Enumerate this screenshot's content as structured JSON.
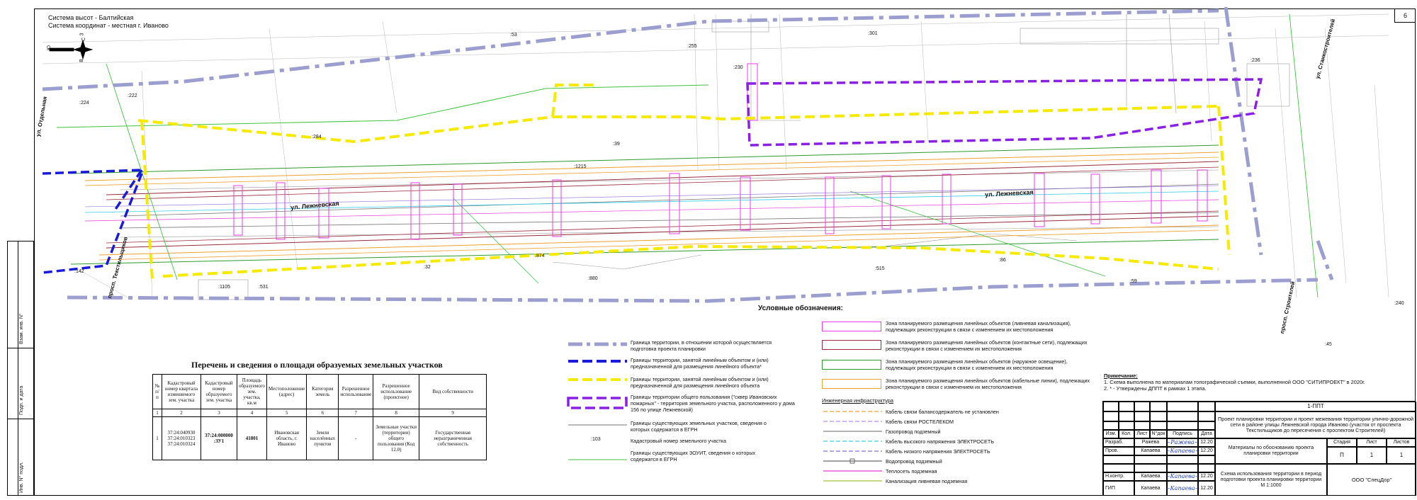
{
  "header": {
    "height_system": "Система высот - Балтийская",
    "coord_system": "Система координат - местная г. Иваново",
    "sheet_number": "6"
  },
  "compass": {
    "north": "С",
    "south": "Ю",
    "east": "В",
    "west": "З"
  },
  "map_labels": {
    "street_lezhnevskaya": "ул. Лежневская",
    "street_lezhnevskaya2": "ул. Лежневская",
    "street_otdelnaya": "ул. Отдельная",
    "street_textilshchikov": "просп. Текстильщиков",
    "street_stanko": "ул. Станкостроителей",
    "street_stroiteley": "просп. Строителей",
    "plot_224": ":224",
    "plot_222": ":222",
    "plot_284": ":284",
    "plot_39": ":39",
    "plot_53": ":53",
    "plot_255": ":255",
    "plot_301": ":301",
    "plot_230": ":230",
    "plot_1215": ":1215",
    "plot_142": ":142",
    "plot_1105": ":1105",
    "plot_531": ":531",
    "plot_32": ":32",
    "plot_880": ":880",
    "plot_874": ":874",
    "plot_515": ":515",
    "plot_86": ":86",
    "plot_59": ":59",
    "plot_45": ":45",
    "plot_236": ":236",
    "plot_240": ":240"
  },
  "plots_table": {
    "title": "Перечень и сведения о площади образуемых земельных участков",
    "headers": [
      "№ п/п",
      "Кадастровый номер квартала изменяемого зем. участка",
      "Кадастровый номер образуемого зем. участка",
      "Площадь образуемого зем. участка, кв.м",
      "Местоположение (адрес)",
      "Категория земель",
      "Разрешенное использование",
      "Разрешенное использование (проектное)",
      "Вид собственности"
    ],
    "col_numbers": [
      "1",
      "2",
      "3",
      "4",
      "5",
      "6",
      "7",
      "8",
      "9"
    ],
    "rows": [
      {
        "n": "1",
        "quarter": "37:24:040930\n37:24:010323\n37:24:010324",
        "cadastral": "37:24:000000\n:ЗУ1",
        "area": "41801",
        "address": "Ивановская область, г. Иваново",
        "category": "Земли населённых пунктов",
        "permitted": "-",
        "permitted_project": "Земельные участки (территории) общего пользования (Код 12.0)",
        "ownership": "Государственная неразграниченная собственность"
      }
    ]
  },
  "legend": {
    "title": "Условные обозначения:",
    "left": [
      {
        "text": "Граница территории, в отношении которой осуществляется подготовка проекта планировки",
        "color": "#9c9ecf"
      },
      {
        "text": "Границы территории, занятой линейным объектом и (или) предназначенной для размещения линейного объекта*",
        "color": "#1a1adb"
      },
      {
        "text": "Границы территории, занятой линейным объектом и (или) предназначенной для размещения линейного объекта",
        "color": "#f5ea00"
      },
      {
        "text": "Границы территории общего пользования (\"сквер Ивановских пожарных\" - территория земельного участка, расположенного у дома 156 по улице Лежневской)",
        "color": "#8a1fe6"
      },
      {
        "text": "Границы существующих земельных участков, сведения о которых содержатся в ЕГРН",
        "color": "#444444"
      },
      {
        "text": "Кадастровый номер земельного участка",
        "sample": ":103"
      },
      {
        "text": "Границы существующих ЗОУИТ, сведения о которых содержатся в ЕГРН",
        "color": "#3ec43e"
      }
    ],
    "zones": [
      {
        "text": "Зона планируемого размещения линейных объектов (ливневая канализация), подлежащих реконструкции в связи с изменением их местоположения",
        "color": "#ea3bea"
      },
      {
        "text": "Зона планируемого размещения линейных объектов (контактные сети), подлежащих реконструкции в связи с изменением их местоположения",
        "color": "#9b2b3c"
      },
      {
        "text": "Зона планируемого размещения линейных объектов (наружное освещение), подлежащих реконструкции в связи с изменением их местоположения",
        "color": "#2e9a2e"
      },
      {
        "text": "Зона планируемого размещения линейных объектов (кабельные линии), подлежащих реконструкции в связи с изменением их местоположения",
        "color": "#f0a030"
      }
    ],
    "infra_title": "Инженерная инфраструктура",
    "infra": [
      {
        "text": "Кабель связи балансодержатель не установлен",
        "color": "#f0a030"
      },
      {
        "text": "Кабель связи РОСТЕЛЕКОМ",
        "color": "#b58cf0"
      },
      {
        "text": "Газопровод подземный",
        "color": "#666666"
      },
      {
        "text": "Кабель высокого напряжения ЭЛЕКТРОСЕТЬ",
        "color": "#3ad0e8"
      },
      {
        "text": "Кабель низкого напряжения ЭЛЕКТРОСЕТЬ",
        "color": "#8a6bd8"
      },
      {
        "text": "Водопровод подземный",
        "color": "#444444"
      },
      {
        "text": "Теплосеть подземная",
        "color": "#e83ad8"
      },
      {
        "text": "Канализация ливневая подземная",
        "color": "#a0c040"
      }
    ]
  },
  "notes": {
    "title": "Примечание:",
    "items": [
      "1.  Схема выполнена по материалам топографической съемки, выполненной ООО \"СИТИПРОЕКТ\" в 2020г.",
      "2. * - Утверждены ДППТ в рамках 1 этапа."
    ]
  },
  "title_block": {
    "code": "1-ППТ",
    "project": "Проект планировки территории и проект межевания территории улично-дорожной сети в районе улицы Лежневской города Иваново (участок от проспекта Текстильщиков до пересечения с проспектом Строителей)",
    "col_izm": "Изм.",
    "col_kol": "Кол.",
    "col_list": "Лист",
    "col_doc": "N°док",
    "col_sign": "Подпись",
    "col_date": "Дата",
    "razrab_role": "Разраб.",
    "razrab_name": "Ражева",
    "razrab_date": "12.20",
    "prov_role": "Пров.",
    "prov_name": "Капаева",
    "prov_date": "12.20",
    "nkontr_role": "Н.контр.",
    "nkontr_name": "Капаева",
    "nkontr_date": "12.20",
    "gip_role": "ГИП",
    "gip_name": "Капаева",
    "gip_date": "12.20",
    "materials": "Материалы по обоснованию проекта планировки территории",
    "stage_label": "Стадия",
    "sheet_label": "Лист",
    "sheets_label": "Листов",
    "stage": "П",
    "sheet": "1",
    "sheets": "1",
    "scheme": "Схема использования территории в период подготовки проекта планировки территории М 1:1000",
    "company": "ООО \"СпецДор\""
  },
  "side_stamp": {
    "c1": "Инв. N° подл.",
    "c2": "Подп. и дата",
    "c3": "Взам. инв. N°"
  }
}
